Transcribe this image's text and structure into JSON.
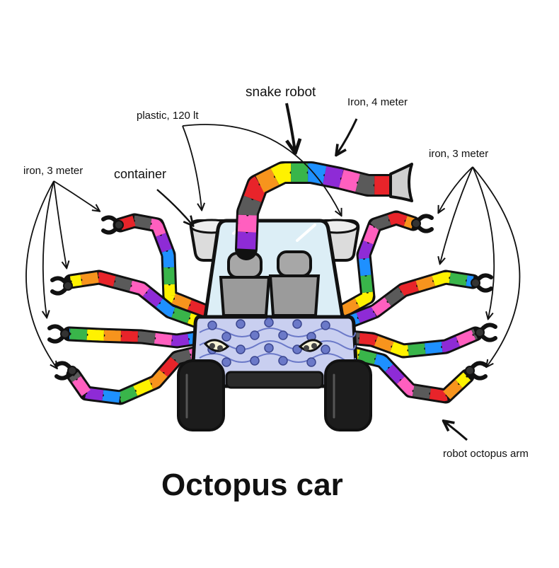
{
  "title": "Octopus car",
  "labels": {
    "snake_robot": "snake robot",
    "iron_4m": "Iron, 4 meter",
    "plastic": "plastic, 120 lt",
    "container": "container",
    "iron_3m_left": "iron, 3 meter",
    "iron_3m_right": "iron, 3 meter",
    "octopus_arm": "robot octopus arm"
  },
  "colors": {
    "segments": [
      "#e8242a",
      "#f7941d",
      "#fff200",
      "#39b54a",
      "#1e90ff",
      "#8e2bd6",
      "#ff5fbf",
      "#5a5a5a"
    ],
    "car_body": "#9aa3d6",
    "car_pattern": "#d4dbf7",
    "dots": "#6b79c8",
    "glass": "#d9ecf5",
    "seat": "#9b9b9b",
    "tire": "#1c1c1c",
    "container": "#d8d8d8"
  }
}
